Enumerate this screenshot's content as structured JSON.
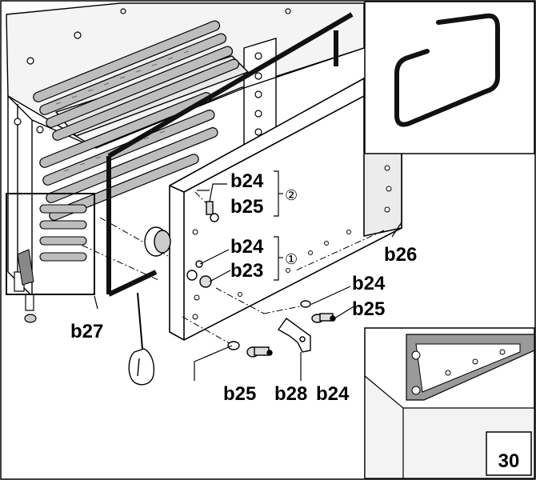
{
  "figure_number": "30",
  "labels": {
    "b24_top": "b24",
    "b25_top": "b25",
    "circle_2": "②",
    "b24_mid": "b24",
    "b23": "b23",
    "circle_1": "①",
    "b26": "b26",
    "b24_right": "b24",
    "b25_right": "b25",
    "b27": "b27",
    "b25_bottom": "b25",
    "b28": "b28",
    "b24_bottom": "b24"
  },
  "colors": {
    "line": "#000000",
    "panel": "#ffffff",
    "shade": "#d9d9d9",
    "gasket": "#111111"
  }
}
